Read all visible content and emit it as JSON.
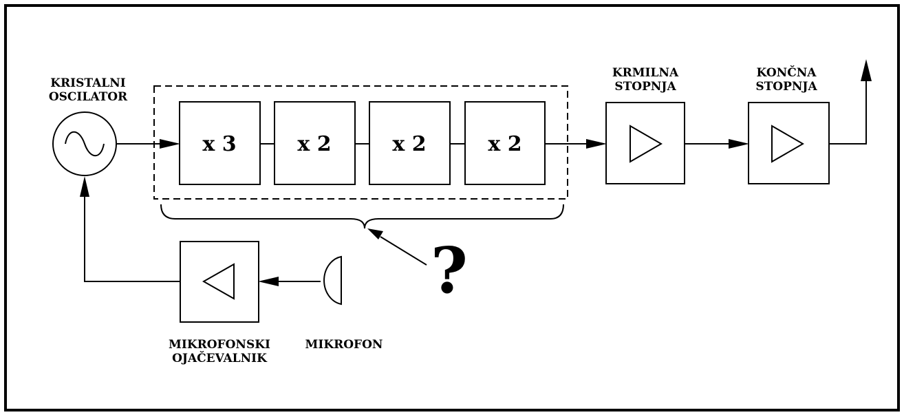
{
  "labels": {
    "oscillator": [
      "KRISTALNI",
      "OSCILATOR"
    ],
    "driver_stage": [
      "KRMILNA",
      "STOPNJA"
    ],
    "final_stage": [
      "KONČNA",
      "STOPNJA"
    ],
    "mic_amplifier": [
      "MIKROFONSKI",
      "OJAČEVALNIK"
    ],
    "microphone": "MIKROFON",
    "question_mark": "?"
  },
  "multipliers": [
    "x 3",
    "x 2",
    "x 2",
    "x 2"
  ]
}
